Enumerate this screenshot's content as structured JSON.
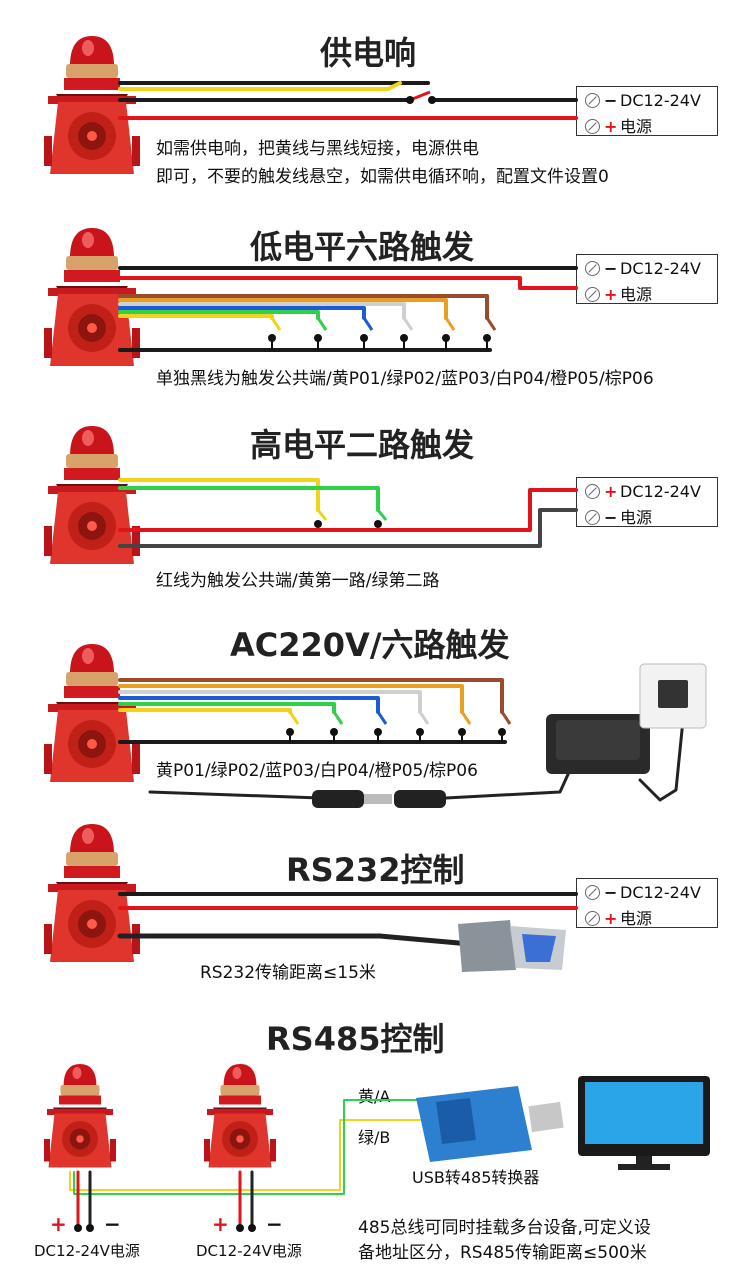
{
  "sections": [
    {
      "title": "供电响",
      "caption_lines": [
        "如需供电响，把黄线与黑线短接，电源供电",
        "即可，不要的触发线悬空，如需供电循环响，配置文件设置0"
      ],
      "terminal": {
        "row1_sym": "−",
        "row1_text": "DC12-24V",
        "row2_sym": "+",
        "row2_text": "电源"
      }
    },
    {
      "title": "低电平六路触发",
      "caption_lines": [
        "单独黑线为触发公共端/黄P01/绿P02/蓝P03/白P04/橙P05/棕P06"
      ],
      "terminal": {
        "row1_sym": "−",
        "row1_text": "DC12-24V",
        "row2_sym": "+",
        "row2_text": "电源"
      }
    },
    {
      "title": "高电平二路触发",
      "caption_lines": [
        "红线为触发公共端/黄第一路/绿第二路"
      ],
      "terminal": {
        "row1_sym": "+",
        "row1_text": "DC12-24V",
        "row2_sym": "−",
        "row2_text": "电源"
      }
    },
    {
      "title": "AC220V/六路触发",
      "caption_lines": [
        "黄P01/绿P02/蓝P03/白P04/橙P05/棕P06"
      ]
    },
    {
      "title": "RS232控制",
      "caption_lines": [
        "RS232传输距离≤15米"
      ],
      "terminal": {
        "row1_sym": "−",
        "row1_text": "DC12-24V",
        "row2_sym": "+",
        "row2_text": "电源"
      }
    },
    {
      "title": "RS485控制",
      "caption_lines": [
        "485总线可同时挂载多台设备,可定义设",
        "备地址区分，RS485传输距离≤500米"
      ]
    }
  ],
  "rs485": {
    "wire_a": "黄/A",
    "wire_b": "绿/B",
    "converter_label": "USB转485转换器",
    "power_label": "DC12-24V电源",
    "plus": "+",
    "minus": "−"
  },
  "colors": {
    "red": "#e0141a",
    "black": "#1a1a1a",
    "yellow": "#f2d21b",
    "green": "#2fd04a",
    "blue": "#1d5bd6",
    "white": "#cfcfcf",
    "orange": "#e8a021",
    "brown": "#9b4a2c"
  }
}
